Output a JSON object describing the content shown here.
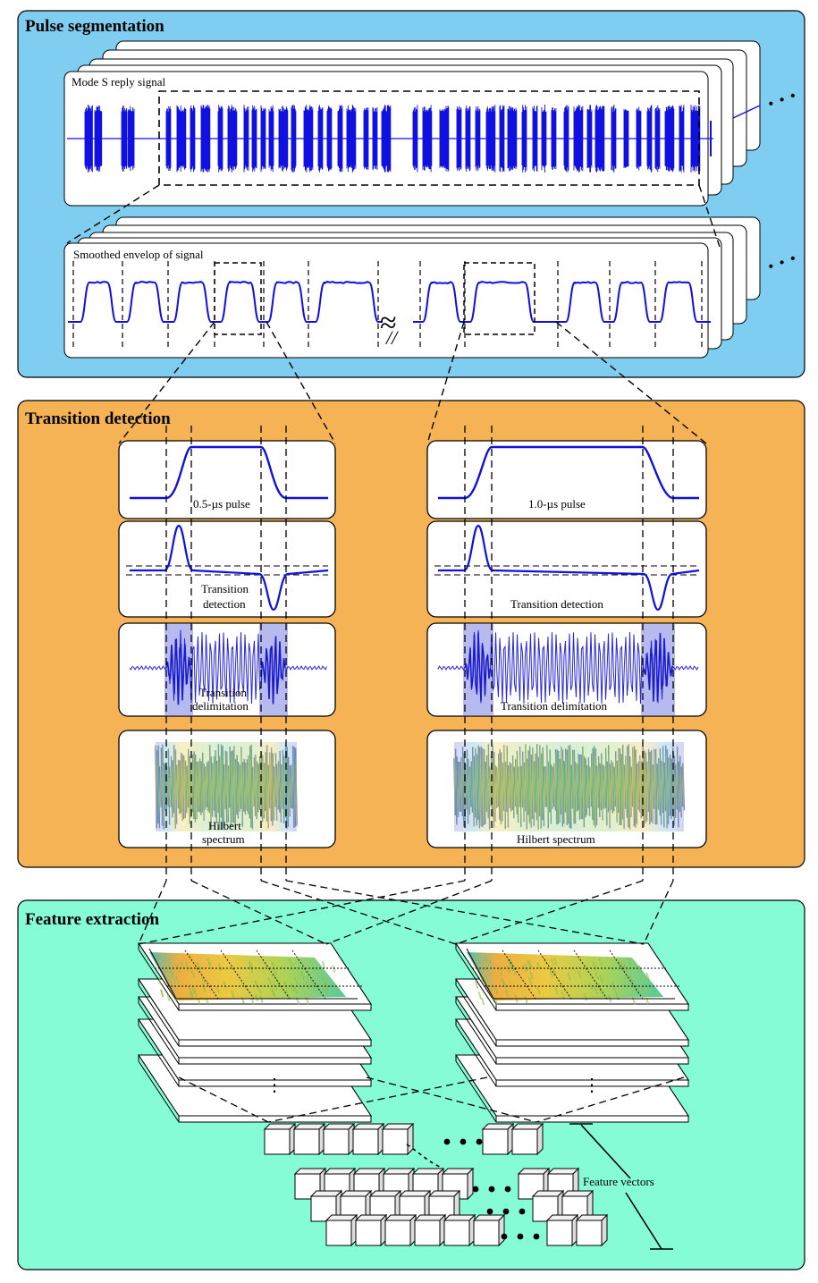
{
  "sections": {
    "pulse_segmentation": "Pulse segmentation",
    "transition_detection": "Transition detection",
    "feature_extraction": "Feature extraction"
  },
  "labels": {
    "mode_s": "Mode S reply signal",
    "envelope": "Smoothed  envelop of signal",
    "pulse_05": "0.5-µs pulse",
    "pulse_10": "1.0-µs pulse",
    "td_left_1": "Transition",
    "td_left_2": "detection",
    "td_right": "Transition detection",
    "tdl_left_1": "Transition",
    "tdl_left_2": "delimitation",
    "tdl_right": "Transition delimitation",
    "hs_left_1": "Hilbert",
    "hs_left_2": "spectrum",
    "hs_right": "Hilbert spectrum",
    "feature_vectors": "Feature vectors",
    "approx": "≈",
    "break": "//",
    "dots": "⋮"
  },
  "colors": {
    "blue_section": "#7fcdf1",
    "orange_section": "#f5b356",
    "green_section": "#85fbd6",
    "signal": "#1010e0",
    "delim_fill": "#9fa3e8"
  }
}
